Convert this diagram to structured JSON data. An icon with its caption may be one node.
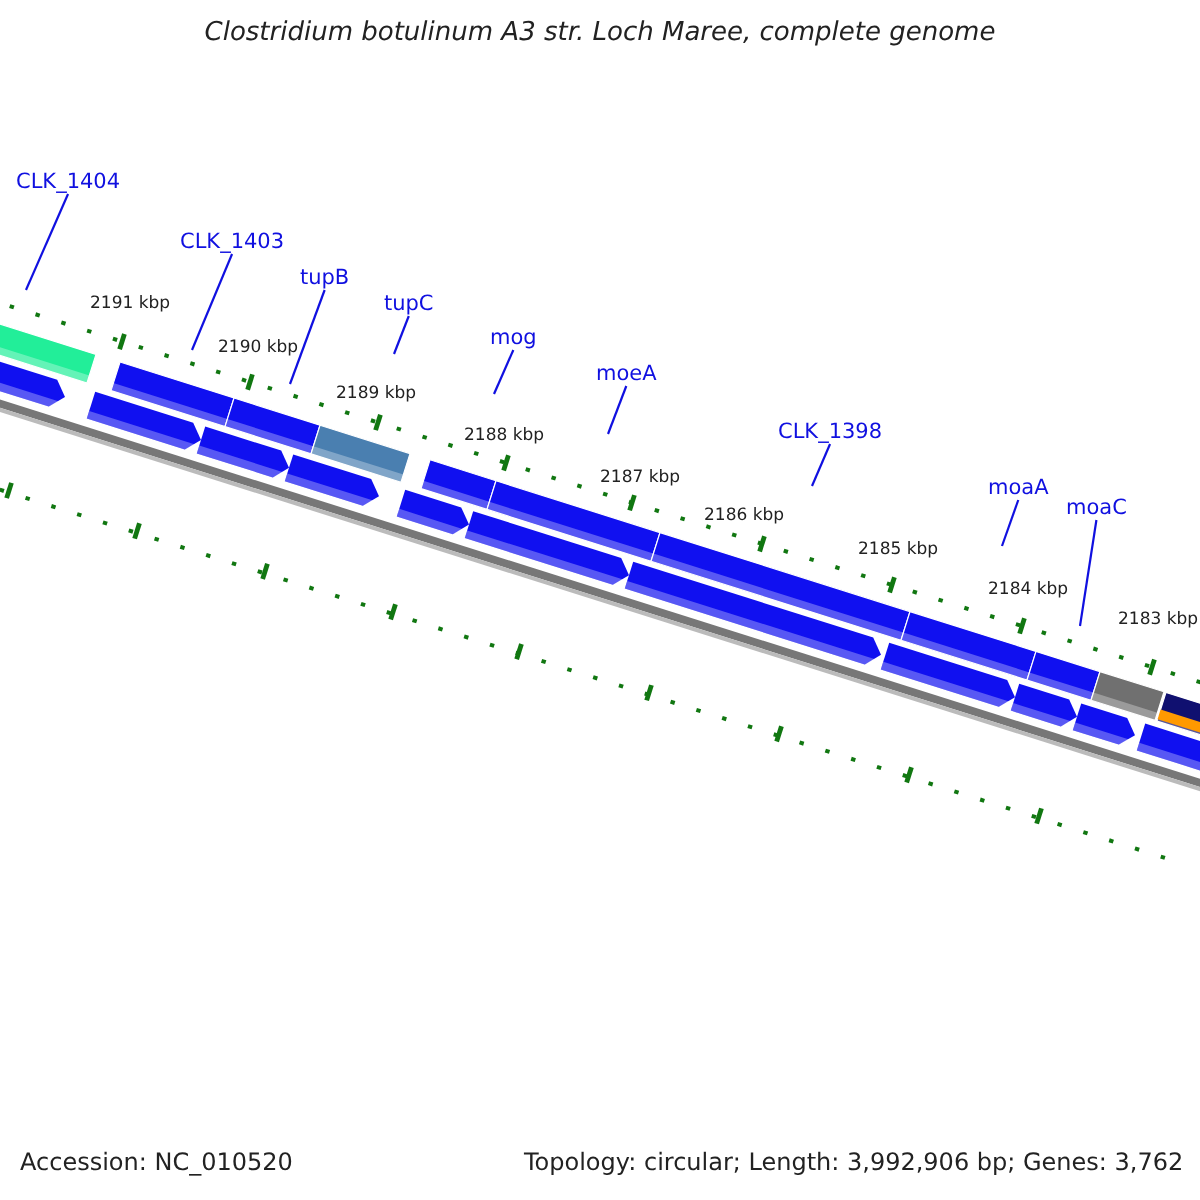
{
  "diagram": {
    "title": "Clostridium botulinum A3 str. Loch Maree, complete genome",
    "nodes": [
      {
        "text": [
          "CLK_1404"
        ]
      },
      {
        "text": [
          "CLK_1403"
        ]
      },
      {
        "text": [
          "tupB"
        ]
      },
      {
        "text": [
          "tupC"
        ]
      },
      {
        "text": [
          "mog"
        ]
      },
      {
        "text": [
          "moeA"
        ]
      },
      {
        "text": [
          "CLK_1398"
        ]
      },
      {
        "text": [
          "moaA"
        ]
      },
      {
        "text": [
          "moaC"
        ]
      }
    ],
    "edges": [
      {
        "from": 0,
        "to": null,
        "arrow": "none"
      },
      {
        "from": 1,
        "to": null,
        "arrow": "none"
      },
      {
        "from": 2,
        "to": null,
        "arrow": "none"
      },
      {
        "from": 3,
        "to": null,
        "arrow": "none"
      },
      {
        "from": 4,
        "to": null,
        "arrow": "none"
      },
      {
        "from": 5,
        "to": null,
        "arrow": "none"
      },
      {
        "from": 6,
        "to": null,
        "arrow": "none"
      },
      {
        "from": 7,
        "to": null,
        "arrow": "none"
      },
      {
        "from": 8,
        "to": null,
        "arrow": "none"
      }
    ],
    "labels": [
      "2191 kbp",
      "2190 kbp",
      "2189 kbp",
      "2188 kbp",
      "2187 kbp",
      "2186 kbp",
      "2185 kbp",
      "2184 kbp",
      "2183 kbp",
      "Accession: NC_010520",
      "Topology: circular; Length: 3,992,906 bp; Genes: 3,762"
    ]
  }
}
